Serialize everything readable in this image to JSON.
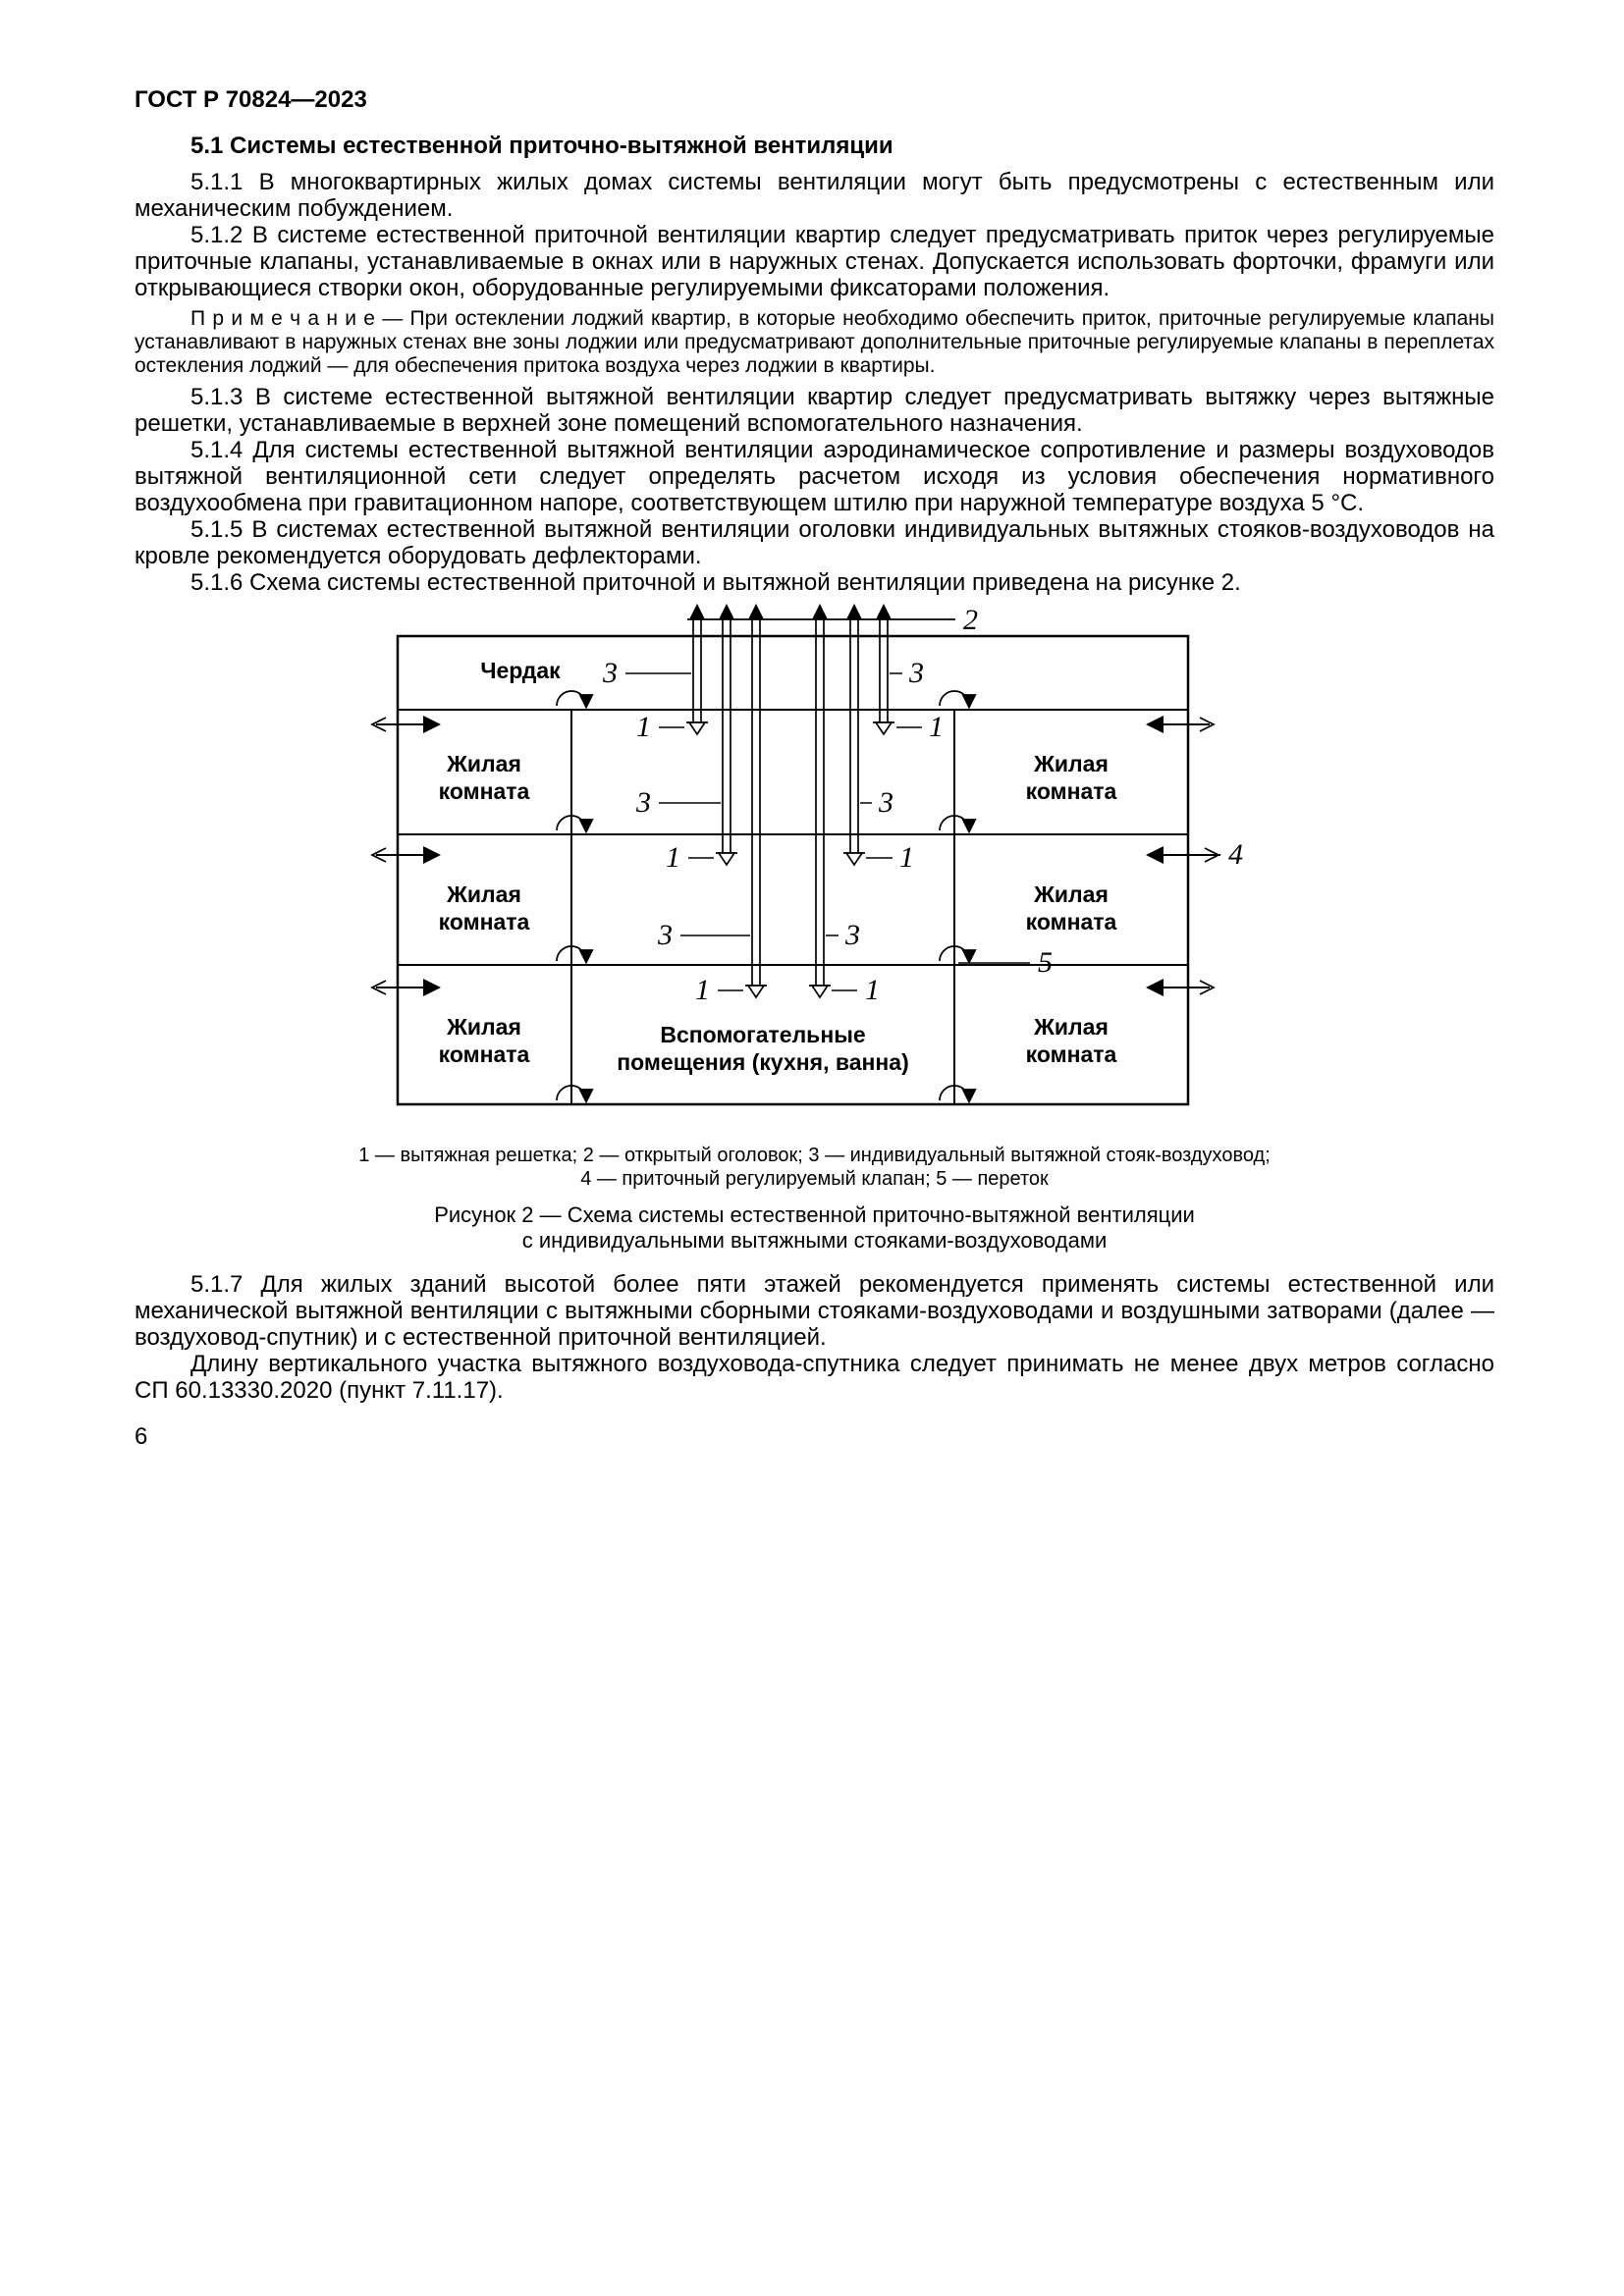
{
  "page": {
    "header": "ГОСТ Р 70824—2023",
    "number": "6"
  },
  "section": {
    "title": "5.1 Системы естественной приточно-вытяжной вентиляции"
  },
  "paragraphs": {
    "p1": "5.1.1 В многоквартирных жилых домах системы вентиляции могут быть предусмотрены с естественным или механическим побуждением.",
    "p2": "5.1.2 В системе естественной приточной вентиляции квартир следует предусматривать приток через регулируемые приточные клапаны, устанавливаемые в окнах или в наружных стенах. Допускается использовать форточки, фрамуги или открывающиеся створки окон, оборудованные регулируемыми фиксаторами положения.",
    "note": "П р и м е ч а н и е  — При остеклении лоджий квартир, в которые необходимо обеспечить приток, приточные регулируемые клапаны устанавливают в наружных стенах вне зоны лоджии или предусматривают дополнительные приточные регулируемые клапаны в переплетах остекления лоджий — для обеспечения притока воздуха через лоджии в квартиры.",
    "p3": "5.1.3 В системе естественной вытяжной вентиляции квартир следует предусматривать вытяжку через вытяжные решетки, устанавливаемые в верхней зоне помещений вспомогательного назначения.",
    "p4": "5.1.4 Для системы естественной вытяжной вентиляции аэродинамическое сопротивление и размеры воздуховодов вытяжной вентиляционной сети следует определять расчетом исходя из условия обеспечения нормативного воздухообмена при гравитационном напоре, соответствующем штилю при наружной температуре воздуха 5 °С.",
    "p5": "5.1.5 В системах естественной вытяжной вентиляции оголовки индивидуальных вытяжных стояков-воздуховодов на кровле рекомендуется оборудовать дефлекторами.",
    "p6": "5.1.6 Схема системы естественной приточной и вытяжной вентиляции приведена на рисунке 2.",
    "p7": "5.1.7 Для жилых зданий высотой более пяти этажей рекомендуется применять системы естественной или механической вытяжной вентиляции с вытяжными сборными стояками-воздуховодами и воздушными затворами (далее — воздуховод-спутник) и с естественной приточной вентиляцией.",
    "p8": "Длину вертикального участка вытяжного воздуховода-спутника следует принимать не менее двух метров согласно СП 60.13330.2020 (пункт 7.11.17)."
  },
  "figure": {
    "legend_line1": "1 — вытяжная решетка; 2 — открытый оголовок; 3 — индивидуальный вытяжной стояк-воздуховод;",
    "legend_line2": "4 — приточный регулируемый клапан; 5 — переток",
    "caption_line1": "Рисунок 2 — Схема системы естественной приточно-вытяжной вентиляции",
    "caption_line2": "с индивидуальными вытяжными стояками-воздуховодами",
    "labels": {
      "attic": "Чердак",
      "living_top": "Жилая",
      "living_bottom": "комната",
      "aux_line1": "Вспомогательные",
      "aux_line2": "помещения (кухня, ванна)",
      "n1": "1",
      "n2": "2",
      "n3": "3",
      "n4": "4",
      "n5": "5"
    }
  }
}
